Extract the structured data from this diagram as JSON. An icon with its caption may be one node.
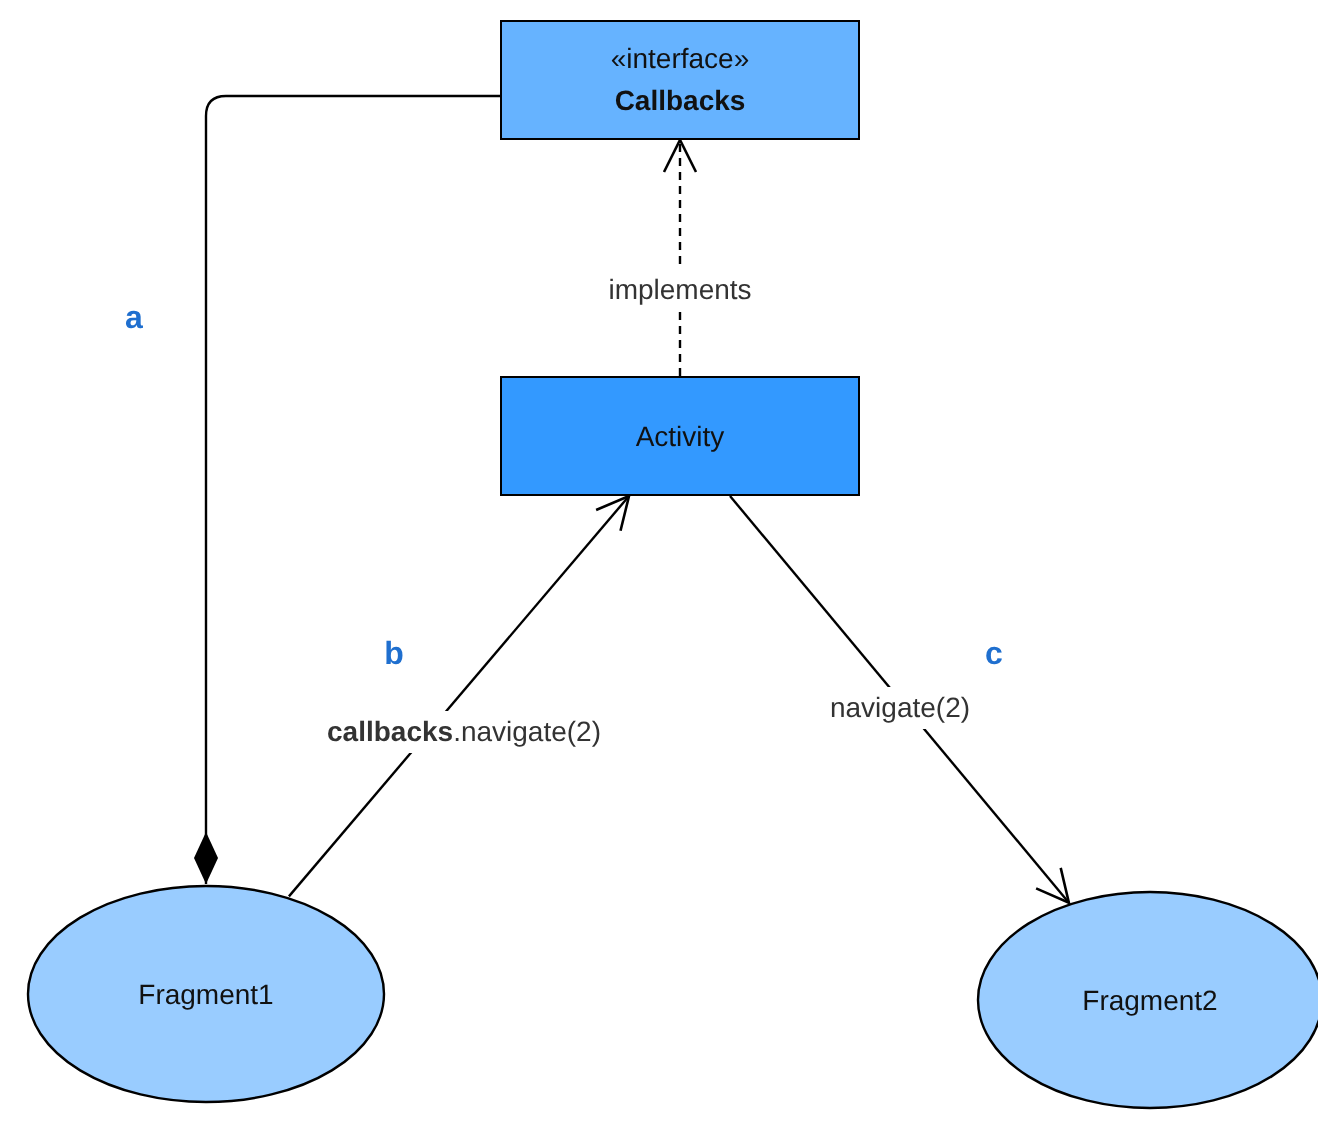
{
  "diagram": {
    "nodes": [
      {
        "text": [
          "«interface»",
          "Callbacks"
        ]
      },
      {
        "text": [
          "Activity"
        ]
      },
      {
        "text": [
          "Fragment1"
        ]
      },
      {
        "text": [
          "Fragment2"
        ]
      }
    ],
    "edges": [
      {
        "from": 0,
        "to": 2,
        "arrow": "other"
      },
      {
        "from": 1,
        "to": 0,
        "arrow": "to",
        "style": "dashed",
        "label": "implements"
      },
      {
        "from": 2,
        "to": 1,
        "arrow": "to",
        "label": "**callbacks**.navigate(2)"
      },
      {
        "from": 1,
        "to": 3,
        "arrow": "to",
        "label": "navigate(2)"
      }
    ],
    "labels": [
      "a",
      "b",
      "c"
    ]
  }
}
